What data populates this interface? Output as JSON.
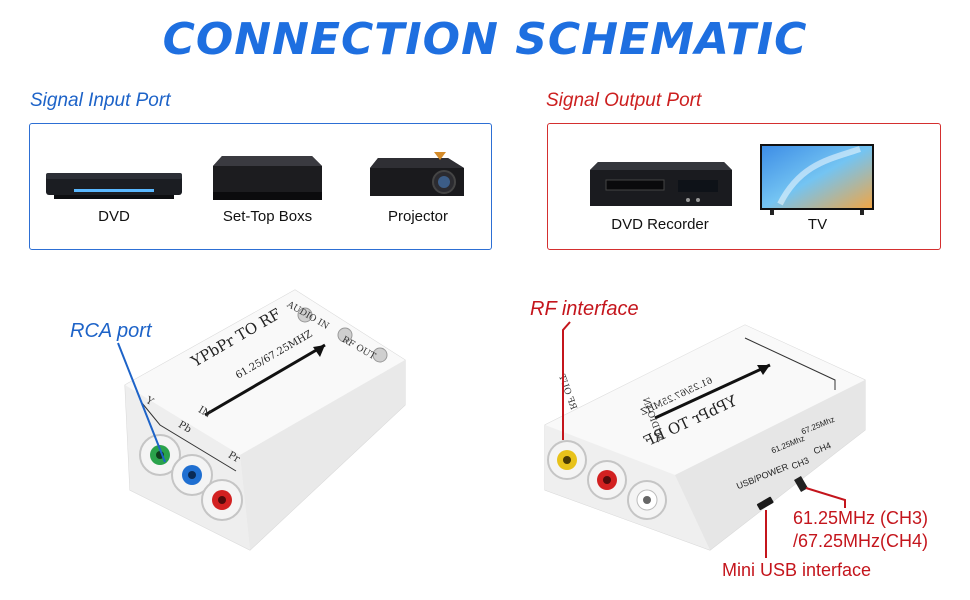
{
  "title": "CONNECTION SCHEMATIC",
  "input_section": {
    "label": "Signal Input Port",
    "devices": [
      {
        "name": "DVD"
      },
      {
        "name": "Set-Top Boxs"
      },
      {
        "name": "Projector"
      }
    ]
  },
  "output_section": {
    "label": "Signal Output Port",
    "devices": [
      {
        "name": "DVD Recorder"
      },
      {
        "name": "TV"
      }
    ]
  },
  "left_device": {
    "callout": "RCA port",
    "top_text": "YPbPr TO RF",
    "freq_text": "61.25/67.25MHZ",
    "port_labels": {
      "audio_in": "AUDIO IN",
      "rf_out": "RF OUT",
      "in": "IN",
      "y": "Y",
      "pb": "Pb",
      "pr": "Pr"
    }
  },
  "right_device": {
    "callout_rf": "RF interface",
    "top_text": "YPbPr TO RF",
    "freq_text": "61.25/67.25MHZ",
    "side_labels": {
      "rf_out": "RF OUT",
      "audio_in": "AUDIO IN",
      "usb_power": "USB/POWER",
      "ch3": "CH3",
      "ch4": "CH4",
      "f1": "61.25Mhz",
      "f2": "67.25Mhz"
    },
    "freq_callout_line1": "61.25MHz (CH3)",
    "freq_callout_line2": "/67.25MHz(CH4)",
    "usb_callout": "Mini USB interface"
  },
  "colors": {
    "title_blue": "#1e6fe0",
    "input_border": "#2d6fd4",
    "output_border": "#d42f2f",
    "callout_red": "#c4151c",
    "callout_blue": "#1d63c8"
  }
}
